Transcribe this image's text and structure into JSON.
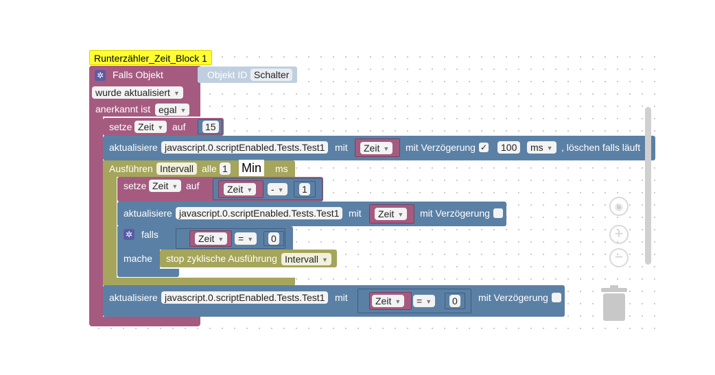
{
  "comment": "Runterzähler_Zeit_Block 1",
  "trigger": {
    "falls_objekt": "Falls Objekt",
    "objekt_id_label": "Objekt ID",
    "objekt_id_value": "Schalter",
    "event_value": "wurde aktualisiert",
    "anerkannt_label": "anerkannt ist",
    "anerkannt_value": "egal"
  },
  "set1": {
    "setze": "setze",
    "var": "Zeit",
    "auf": "auf",
    "value": "15"
  },
  "update1": {
    "aktualisiere": "aktualisiere",
    "object": "javascript.0.scriptEnabled.Tests.Test1",
    "mit": "mit",
    "var": "Zeit",
    "verzoegerung": "mit Verzögerung",
    "checked": "✓",
    "delay": "100",
    "unit": "ms",
    "loeschen": ", löschen falls läuft"
  },
  "interval": {
    "ausfuehren": "Ausführen",
    "name": "Intervall",
    "alle": "alle",
    "value": "1",
    "unit": "ms",
    "overlay": "Min"
  },
  "set2": {
    "setze": "setze",
    "var": "Zeit",
    "auf": "auf",
    "inner_var": "Zeit",
    "op": "-",
    "value": "1"
  },
  "update2": {
    "aktualisiere": "aktualisiere",
    "object": "javascript.0.scriptEnabled.Tests.Test1",
    "mit": "mit",
    "var": "Zeit",
    "verzoegerung": "mit Verzögerung"
  },
  "if_block": {
    "falls": "falls",
    "var": "Zeit",
    "op": "=",
    "value": "0",
    "mache": "mache",
    "stop_label": "stop zyklische Ausführung",
    "stop_target": "Intervall"
  },
  "update3": {
    "aktualisiere": "aktualisiere",
    "object": "javascript.0.scriptEnabled.Tests.Test1",
    "mit": "mit",
    "var": "Zeit",
    "op": "=",
    "value": "0",
    "verzoegerung": "mit Verzögerung"
  },
  "controls": {
    "recenter": "recenter-icon",
    "zoom_in": "+",
    "zoom_out": "−",
    "trash": "trash-icon"
  },
  "colors": {
    "variables": "#a55b80",
    "actions": "#5b80a5",
    "interval": "#a5a55b",
    "comment": "#ffff33"
  }
}
